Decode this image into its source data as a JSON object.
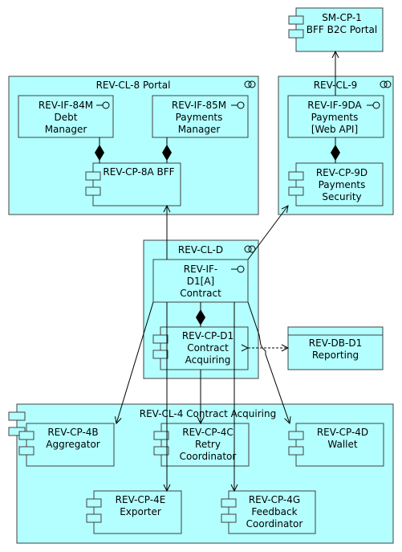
{
  "nodes": {
    "sm_cp_1": {
      "lines": [
        "SM-CP-1",
        "BFF B2C Portal"
      ]
    },
    "rev_cl_8": {
      "label": "REV-CL-8 Portal"
    },
    "rev_if_84m": {
      "lines": [
        "REV-IF-84M",
        "Debt",
        "Manager"
      ]
    },
    "rev_if_85m": {
      "lines": [
        "REV-IF-85M",
        "Payments",
        "Manager"
      ]
    },
    "rev_cp_8a": {
      "label": "REV-CP-8A BFF"
    },
    "rev_cl_9": {
      "label": "REV-CL-9"
    },
    "rev_if_9da": {
      "lines": [
        "REV-IF-9DA",
        "Payments",
        "[Web API]"
      ]
    },
    "rev_cp_9d": {
      "lines": [
        "REV-CP-9D",
        "Payments",
        "Security"
      ]
    },
    "rev_cl_d": {
      "label": "REV-CL-D"
    },
    "rev_if_d1a": {
      "lines": [
        "REV-IF-",
        "D1[A]",
        "Contract"
      ]
    },
    "rev_cp_d1": {
      "lines": [
        "REV-CP-D1",
        "Contract",
        "Acquiring"
      ]
    },
    "rev_db_d1": {
      "lines": [
        "REV-DB-D1",
        "Reporting"
      ]
    },
    "rev_cl_4": {
      "label": "REV-CL-4 Contract Acquiring"
    },
    "rev_cp_4b": {
      "lines": [
        "REV-CP-4B",
        "Aggregator"
      ]
    },
    "rev_cp_4c": {
      "lines": [
        "REV-CP-4C",
        "Retry",
        "Coordinator"
      ]
    },
    "rev_cp_4d": {
      "lines": [
        "REV-CP-4D",
        "Wallet"
      ]
    },
    "rev_cp_4e": {
      "lines": [
        "REV-CP-4E",
        "Exporter"
      ]
    },
    "rev_cp_4g": {
      "lines": [
        "REV-CP-4G",
        "Feedback",
        "Coordinator"
      ]
    }
  },
  "colors": {
    "fill": "#b3ffff",
    "stroke": "#404040",
    "edge": "#000000"
  }
}
